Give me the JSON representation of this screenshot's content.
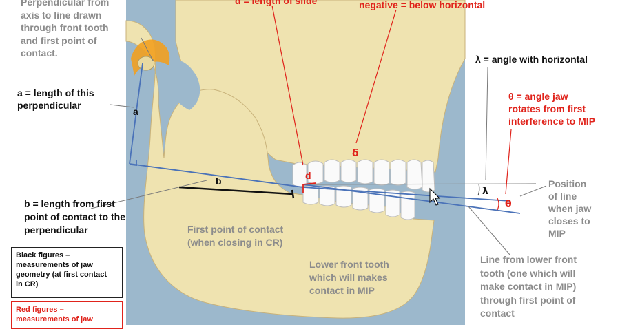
{
  "labels": {
    "perpendicular_from": "Perpendicular from\naxis to line drawn\nthrough front tooth\nand first point of\ncontact.",
    "a_length": "a = length of this\nperpendicular",
    "b_length": "b = length from first\npoint of contact to the\nperpendicular",
    "d_length": "d = length of slide",
    "negative": "negative = below horizontal",
    "lambda_def": "λ = angle with horizontal",
    "theta_def": "θ = angle jaw\nrotates from first\ninterference to MIP",
    "position_line": "Position\nof line\nwhen jaw\ncloses to\nMIP",
    "first_contact": "First point of contact\n(when closing in CR)",
    "lower_front_tooth": "Lower front tooth\nwhich will makes\ncontact in MIP",
    "line_from_lower": "Line from lower front\ntooth (one which will\nmake contact in MIP)\nthrough first point of\ncontact"
  },
  "symbols": {
    "a": "a",
    "b": "b",
    "d": "d",
    "delta": "δ",
    "lambda": "λ",
    "theta": "θ"
  },
  "legend": {
    "black": "Black figures –\nmeasurements of jaw\ngeometry (at first contact\nin CR)",
    "red": "Red figures –\nmeasurements of jaw"
  },
  "colors": {
    "bone": "#efe3b0",
    "background_panel": "#9cb8cc",
    "blue_line": "#4a72b8",
    "red": "#e0231b",
    "grey_text": "#8c8c8c",
    "orange_joint": "#f2a020"
  }
}
